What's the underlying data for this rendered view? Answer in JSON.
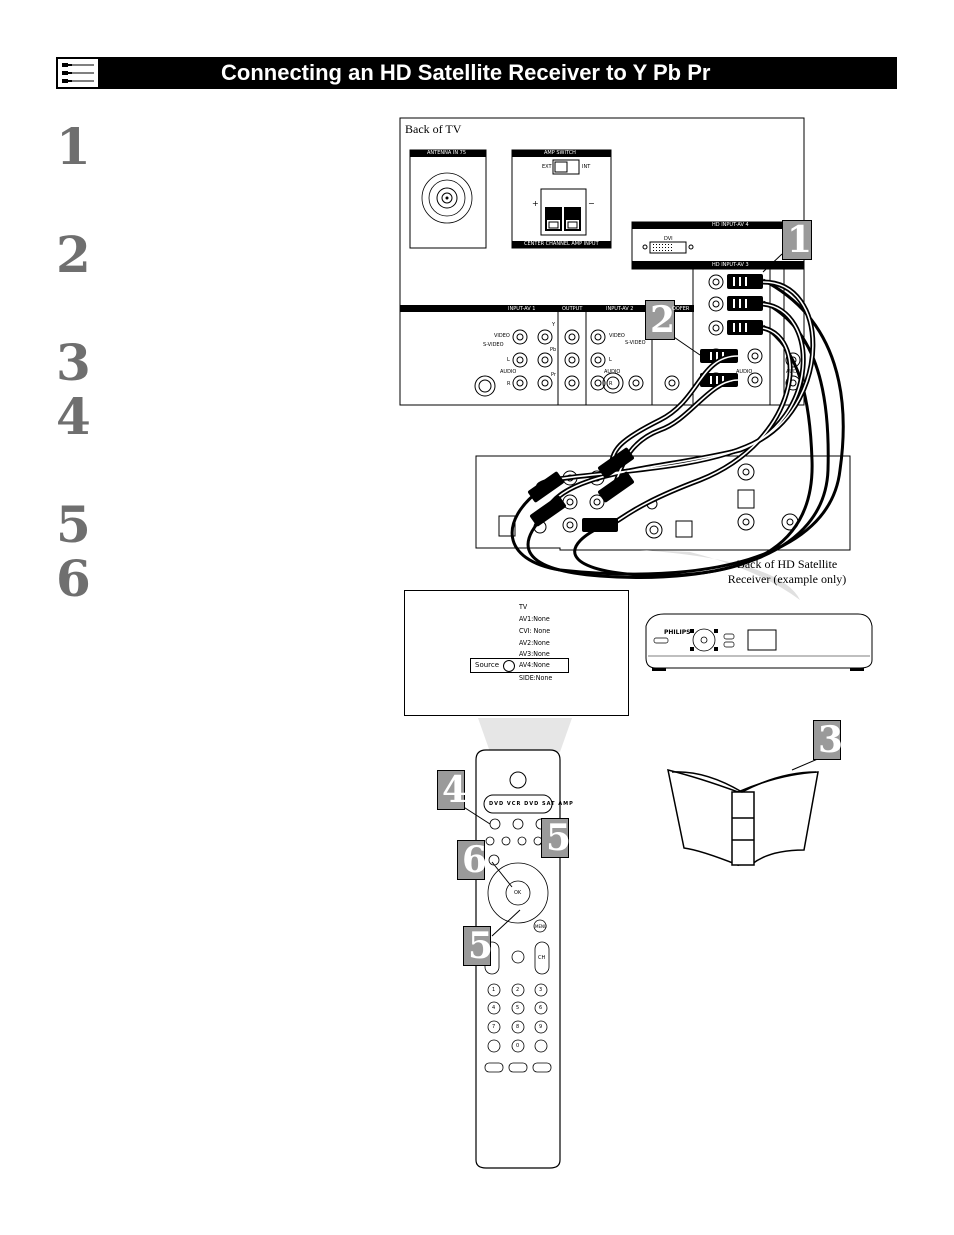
{
  "header": {
    "title": "Connecting an HD Satellite Receiver to Y Pb Pr",
    "icon": "cable-connectors-icon"
  },
  "steps": [
    "1",
    "2",
    "3",
    "4",
    "5",
    "6"
  ],
  "callouts": {
    "c1": "1",
    "c2": "2",
    "c3": "3",
    "c4": "4",
    "c5a": "5",
    "c5b": "5",
    "c6": "6"
  },
  "tv_back": {
    "label": "Back of TV",
    "antenna": "ANTENNA IN 75",
    "amp_switch": "AMP SWITCH",
    "ext": "EXT",
    "int": "INT",
    "plus": "+",
    "minus": "−",
    "center_channel": "CENTER CHANNEL AMP INPUT",
    "hd_av4": "HD INPUT-AV 4",
    "dvi": "DVI",
    "hd_av3": "HD INPUT-AV 3",
    "input_av1": "INPUT-AV 1",
    "output": "OUTPUT",
    "input_av2": "INPUT-AV 2",
    "woofer": "OOFER",
    "video": "VIDEO",
    "s_video": "S-VIDEO",
    "l": "L",
    "r": "R",
    "audio": "AUDIO",
    "y": "Y",
    "pb": "Pb",
    "pr": "Pr",
    "audi": "AUDI"
  },
  "receiver": {
    "caption": "Back of HD Satellite Receiver (example only)",
    "brand": "PHILIPS"
  },
  "osd": {
    "lines": [
      "TV",
      "AV1:None",
      "CVI: None",
      "AV2:None",
      "AV3:None",
      "AV4:None",
      "SIDE:None"
    ],
    "source_label": "Source"
  },
  "remote": {
    "mode_buttons": [
      "DVD",
      "VCR",
      "DVD",
      "SAT",
      "AMP"
    ],
    "ok": "OK",
    "menu": "MENU",
    "ch": "CH",
    "digits": [
      "1",
      "2",
      "3",
      "4",
      "5",
      "6",
      "7",
      "8",
      "9",
      "0"
    ]
  },
  "colors": {
    "title_bar": "#000000",
    "step_numbers": "#6f6f6f",
    "callout_fill": "#9a9a9a",
    "beam": "#e6e6e6"
  }
}
